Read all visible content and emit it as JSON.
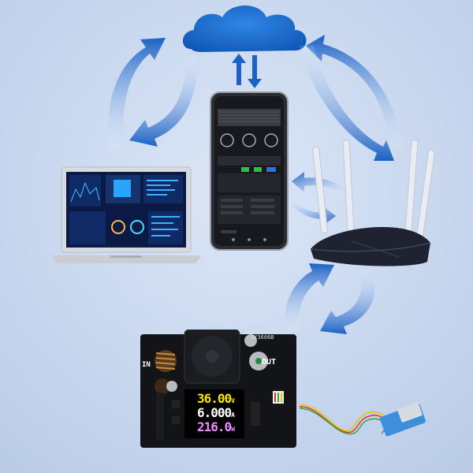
{
  "colors": {
    "background": "#c9d8ee",
    "cloud": "#1769c9",
    "arrow": "#1b62c4",
    "router": "#1f2230",
    "pcb": "#131417",
    "lcd_voltage": "#f4e600",
    "lcd_current": "#ffffff",
    "lcd_power": "#e88cff"
  },
  "lcd": {
    "voltage_value": "36.00",
    "voltage_unit": "V",
    "current_value": "6.000",
    "current_unit": "A",
    "power_value": "216.0",
    "power_unit": "W"
  },
  "board": {
    "model_label": "XY3606B",
    "out_label": "OUT",
    "in_label": "IN"
  },
  "icons": {
    "cloud": "cloud-icon",
    "arrows": "curved-arrow-icon",
    "wifi_module": "wifi-module-icon"
  }
}
